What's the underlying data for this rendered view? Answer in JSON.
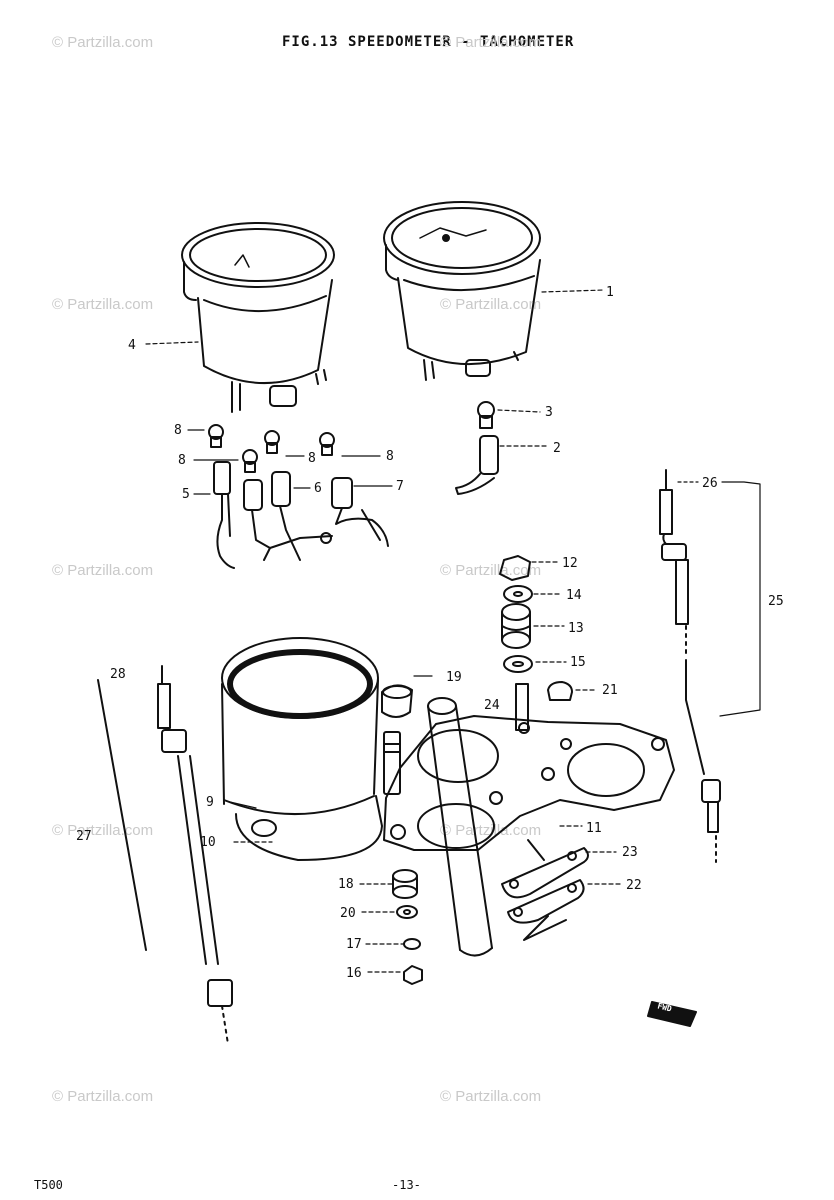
{
  "title": "FIG.13  SPEEDOMETER - TACHOMETER",
  "watermark": "© Partzilla.com",
  "footer": {
    "model": "T500",
    "page": "-13-"
  },
  "badge": "FWD",
  "callouts": [
    "1",
    "2",
    "3",
    "4",
    "5",
    "6",
    "7",
    "8",
    "8",
    "8",
    "8",
    "9",
    "10",
    "11",
    "12",
    "13",
    "14",
    "15",
    "16",
    "17",
    "18",
    "19",
    "20",
    "21",
    "22",
    "23",
    "24",
    "25",
    "26",
    "27",
    "28"
  ]
}
